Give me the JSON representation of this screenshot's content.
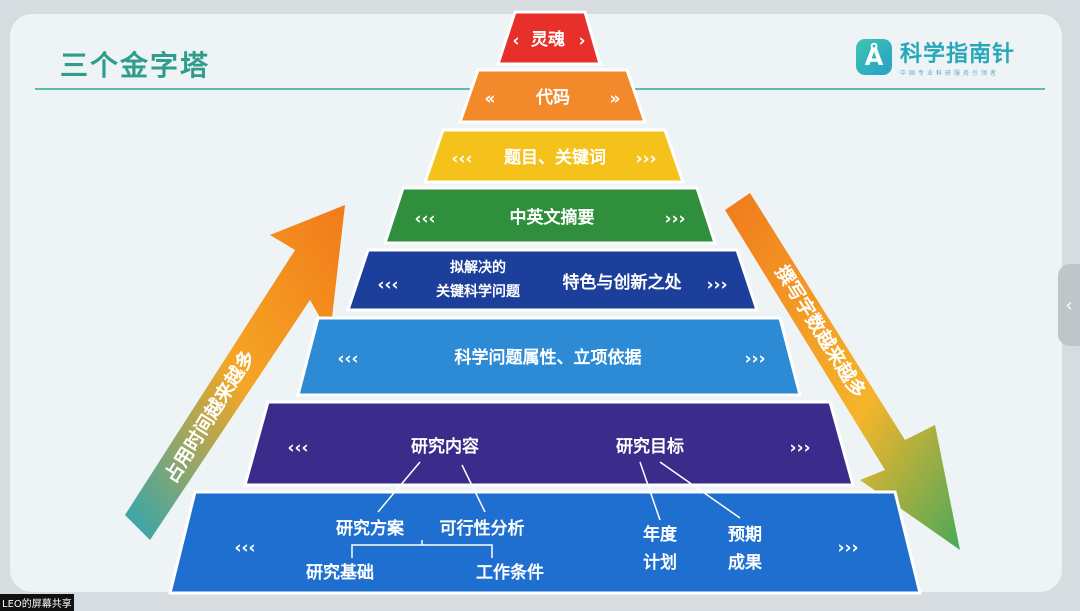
{
  "slide": {
    "title": "三个金字塔",
    "logo": {
      "name": "科学指南针",
      "subtitle": "中国专业科研服务引领者"
    },
    "layers": [
      {
        "label": "灵魂",
        "color": "#e8302a",
        "arrows": "‹",
        "arrows_r": "›"
      },
      {
        "label": "代码",
        "color": "#f28a2c",
        "arrows": "«",
        "arrows_r": "»"
      },
      {
        "label": "题目、关键词",
        "color": "#f5c21b",
        "arrows": "‹‹‹",
        "arrows_r": "›››"
      },
      {
        "label": "中英文摘要",
        "color": "#2f8f3c",
        "arrows": "‹‹‹",
        "arrows_r": "›››"
      },
      {
        "label_a": "拟解决的",
        "label_b": "关键科学问题",
        "label_c": "特色与创新之处",
        "color": "#1c3f9c",
        "arrows": "‹‹‹",
        "arrows_r": "›››"
      },
      {
        "label": "科学问题属性、立项依据",
        "color": "#2d8bd6",
        "arrows": "‹‹‹",
        "arrows_r": "›››"
      },
      {
        "label_a": "研究内容",
        "label_b": "研究目标",
        "color": "#3b2c8c",
        "arrows": "‹‹‹",
        "arrows_r": "›››"
      },
      {
        "items": [
          "研究方案",
          "可行性分析",
          "研究基础",
          "工作条件",
          "年度",
          "计划",
          "预期",
          "成果"
        ],
        "color": "#1f6fd0",
        "arrows": "‹‹‹",
        "arrows_r": "›››"
      }
    ],
    "left_arrow": "占用时间越来越多",
    "right_arrow": "撰写字数越来越多"
  },
  "screen_share_label": "LEO的屏幕共享"
}
